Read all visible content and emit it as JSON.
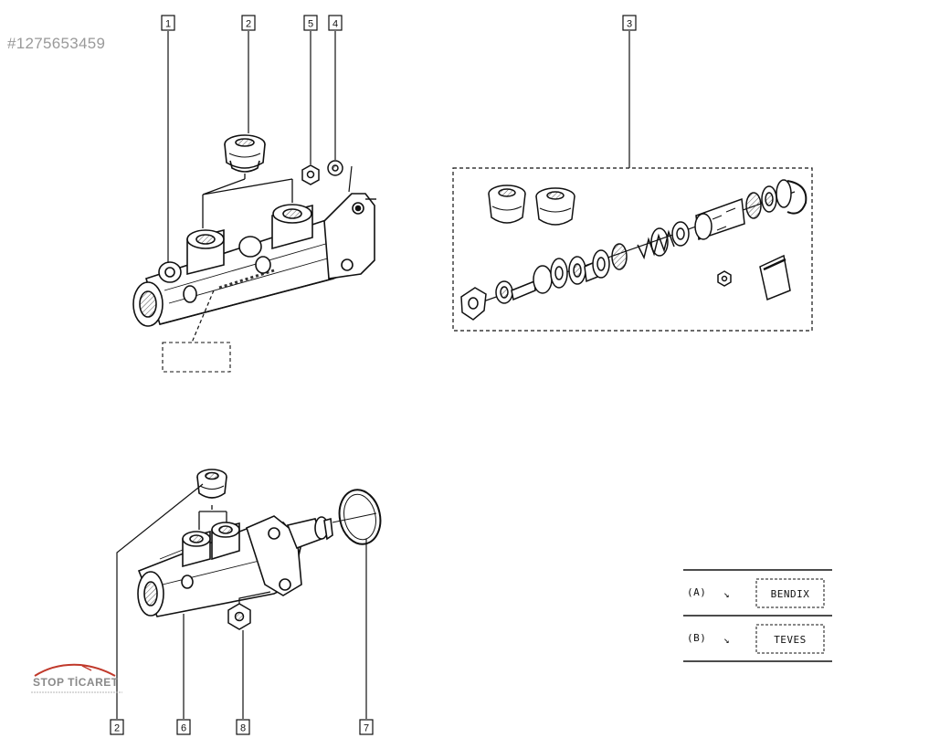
{
  "watermark": "#1275653459",
  "callouts": {
    "c1": "1",
    "c2_top": "2",
    "c3": "3",
    "c4": "4",
    "c5": "5",
    "c2_bottom": "2",
    "c6": "6",
    "c7": "7",
    "c8": "8"
  },
  "legend": {
    "rows": [
      {
        "code": "(A)",
        "arrow": "↘",
        "brand": "BENDIX"
      },
      {
        "code": "(B)",
        "arrow": "↘",
        "brand": "TEVES"
      }
    ]
  },
  "logo": {
    "text": "STOP TİCARET"
  },
  "colors": {
    "line": "#111111",
    "watermark": "#9a9a9a",
    "logo": "#c0392b"
  }
}
